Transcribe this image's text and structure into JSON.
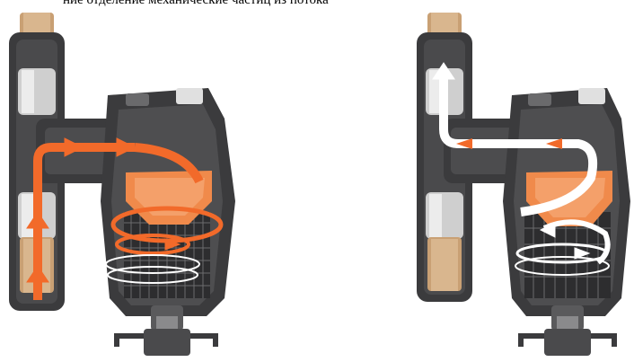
{
  "caption": "ние отделение механические частиц из потока",
  "colors": {
    "body_dark": "#3b3b3d",
    "body_mid": "#5a5a5c",
    "brass": "#c9a074",
    "silver": "#cfcfcf",
    "orange_part": "#f08a4b",
    "flow_inlet": "#f26a2a",
    "flow_outlet": "#ffffff"
  },
  "panels": [
    {
      "name": "filter-cutaway-inlet-flow",
      "arrow_color": "orange",
      "flow": "inlet"
    },
    {
      "name": "filter-cutaway-outlet-flow",
      "arrow_color": "white",
      "flow": "outlet"
    }
  ]
}
